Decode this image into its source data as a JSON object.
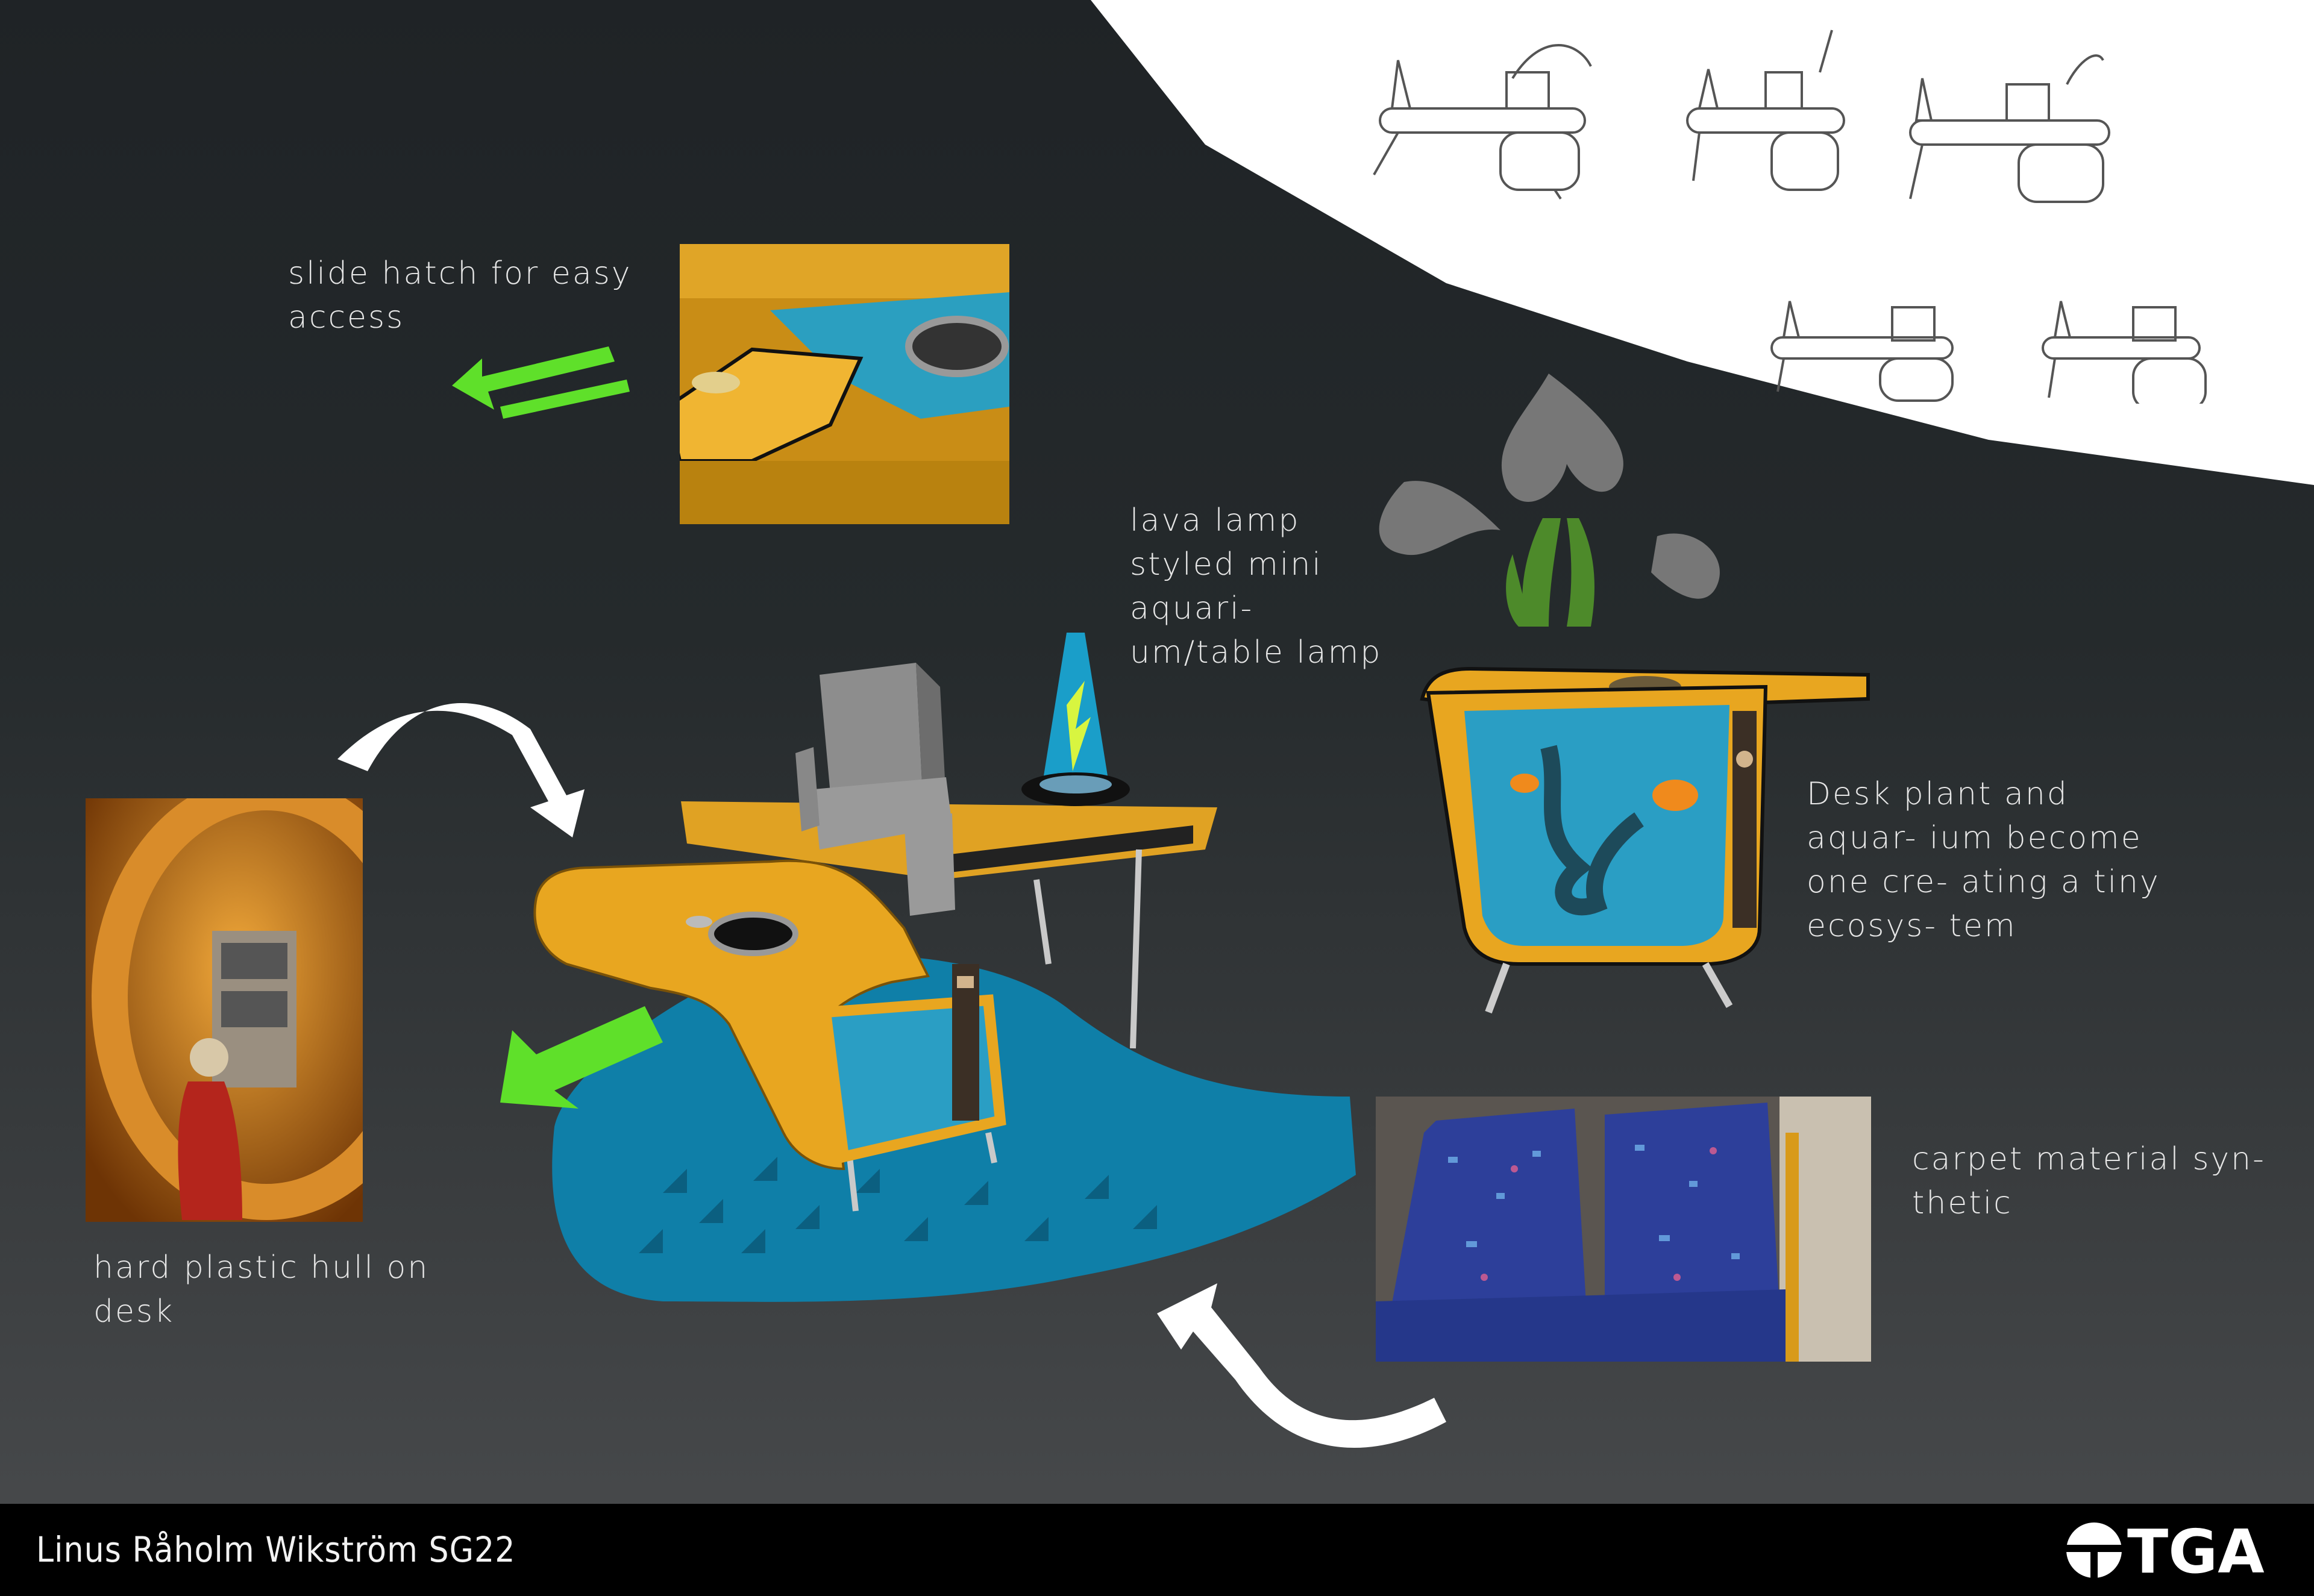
{
  "annotations": {
    "slide_hatch": "slide hatch for easy access",
    "lava_lamp": "lava lamp styled mini aquari- um/table lamp",
    "hull": "hard plastic hull on desk",
    "ecosystem": "Desk plant and aquar- ium become one cre- ating a tiny ecosys- tem",
    "carpet": "carpet material syn- thetic"
  },
  "footer": {
    "author": "Linus Råholm Wikström SG22",
    "logo_text": "TGA"
  },
  "colors": {
    "background": "#202426",
    "desk_yellow": "#e8a620",
    "aquarium_blue": "#2a9ec4",
    "rug_blue": "#0f7fa8",
    "arrow_green": "#5fe02a",
    "seat_blue": "#2d3f9a"
  }
}
